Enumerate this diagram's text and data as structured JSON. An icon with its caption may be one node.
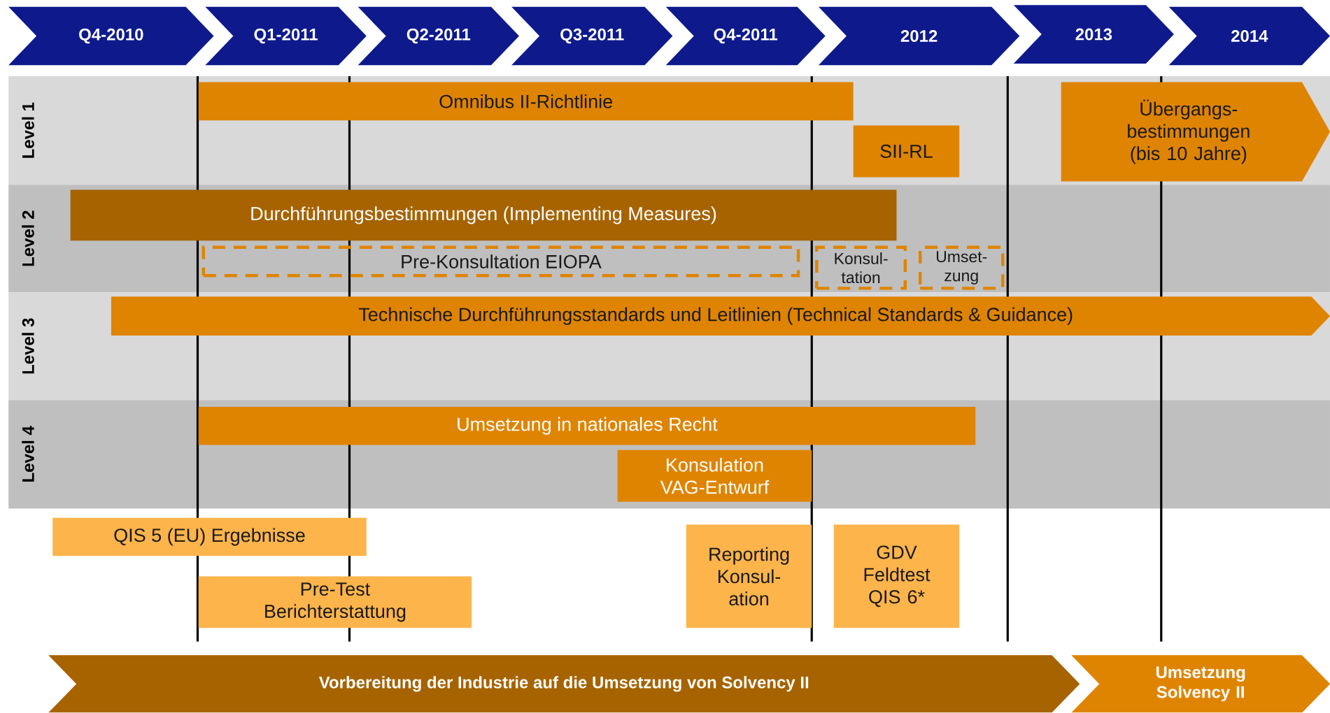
{
  "diagram": {
    "nodes": [
      {
        "text": [
          "Q4-2010"
        ]
      },
      {
        "text": [
          "Q1-2011"
        ]
      },
      {
        "text": [
          "Q2-2011"
        ]
      },
      {
        "text": [
          "Q3-2011"
        ]
      },
      {
        "text": [
          "Q4-2011"
        ]
      },
      {
        "text": [
          "2012"
        ]
      },
      {
        "text": [
          "2013"
        ]
      },
      {
        "text": [
          "2014"
        ]
      },
      {
        "text": [
          "Level 1"
        ]
      },
      {
        "text": [
          "Omnibus II-Richtlinie"
        ],
        "in": 8
      },
      {
        "text": [
          "SII-RL"
        ],
        "in": 8
      },
      {
        "text": [
          "Übergangs- bestimmungen (bis 10 Jahre)"
        ],
        "in": 8
      },
      {
        "text": [
          "Level 2"
        ]
      },
      {
        "text": [
          "Durchführungsbestimmungen (Implementing Measures)"
        ],
        "in": 12
      },
      {
        "text": [
          "Pre-Konsultation EIOPA"
        ],
        "in": 12
      },
      {
        "text": [
          "Konsul- tation"
        ],
        "in": 12
      },
      {
        "text": [
          "Umset- zung"
        ],
        "in": 12
      },
      {
        "text": [
          "Level 3"
        ]
      },
      {
        "text": [
          "Technische Durchführungsstandards und Leitlinien (Technical Standards & Guidance)"
        ],
        "in": 17
      },
      {
        "text": [
          "Level 4"
        ]
      },
      {
        "text": [
          "Umsetzung in nationales Recht"
        ],
        "in": 19
      },
      {
        "text": [
          "Konsulation VAG-Entwurf"
        ],
        "in": 19
      },
      {
        "text": [
          "QIS 5 (EU) Ergebnisse"
        ]
      },
      {
        "text": [
          "Pre-Test Berichterstattung"
        ]
      },
      {
        "text": [
          "Reporting Konsul- ation"
        ]
      },
      {
        "text": [
          "GDV Feldtest QIS 6*"
        ]
      },
      {
        "text": [
          "Vorbereitung der Industrie auf die Umsetzung von Solvency II"
        ]
      },
      {
        "text": [
          "Umsetzung Solvency II"
        ]
      }
    ]
  }
}
